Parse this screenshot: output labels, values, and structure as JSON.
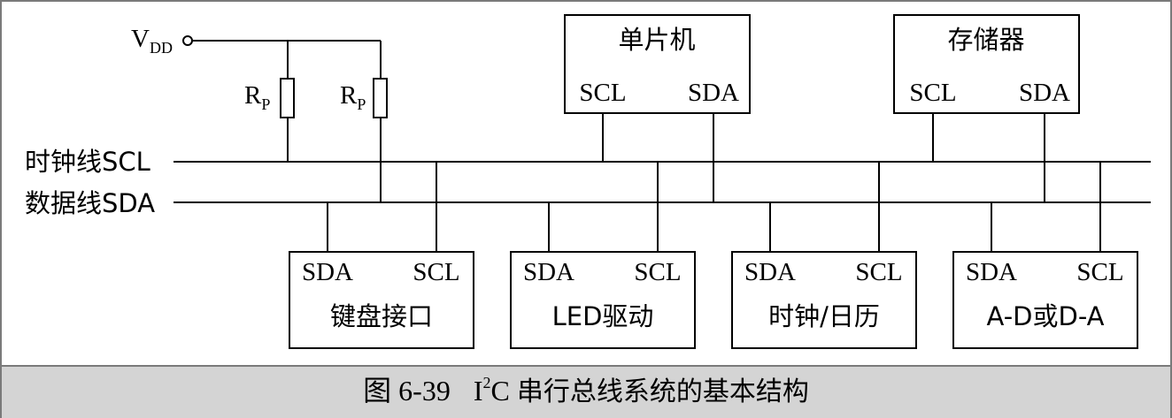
{
  "vdd": {
    "main": "V",
    "sub": "DD"
  },
  "resistors": [
    {
      "main": "R",
      "sub": "P"
    },
    {
      "main": "R",
      "sub": "P"
    }
  ],
  "bus": {
    "scl_label": "时钟线SCL",
    "sda_label": "数据线SDA"
  },
  "top_devices": [
    {
      "name": "单片机",
      "pin_left": "SCL",
      "pin_right": "SDA"
    },
    {
      "name": "存储器",
      "pin_left": "SCL",
      "pin_right": "SDA"
    }
  ],
  "bottom_devices": [
    {
      "name": "键盘接口",
      "pin_left": "SDA",
      "pin_right": "SCL"
    },
    {
      "name": "LED驱动",
      "pin_left": "SDA",
      "pin_right": "SCL"
    },
    {
      "name": "时钟/日历",
      "pin_left": "SDA",
      "pin_right": "SCL"
    },
    {
      "name": "A-D或D-A",
      "pin_left": "SDA",
      "pin_right": "SCL"
    }
  ],
  "caption": {
    "figure_no": "图 6-39",
    "prefix": "I",
    "superscript": "2",
    "suffix": "C",
    "title": "串行总线系统的基本结构"
  },
  "colors": {
    "line": "#000000",
    "caption_bg": "#d4d4d4",
    "frame": "#7a7a7a"
  }
}
